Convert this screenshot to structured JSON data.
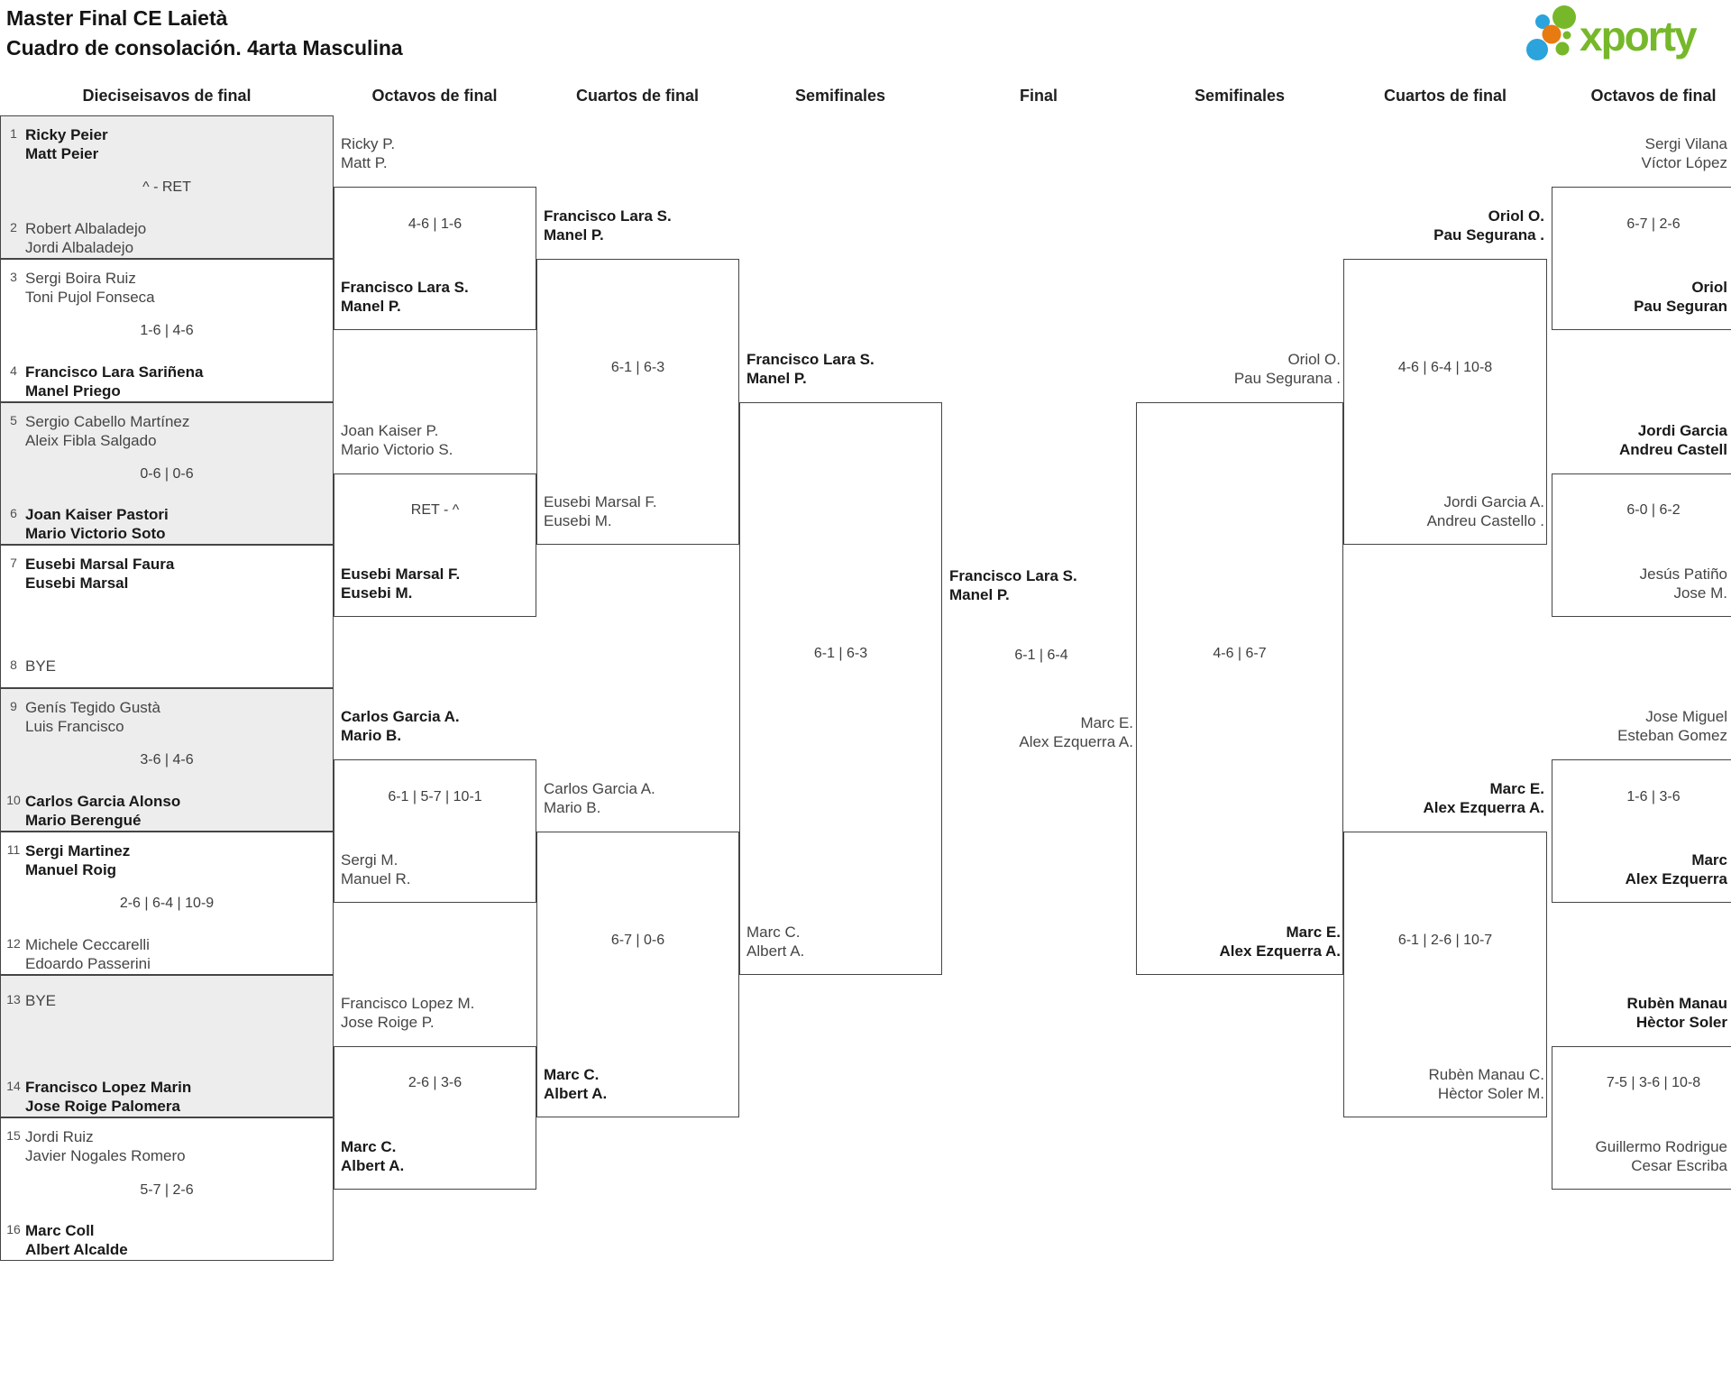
{
  "title": {
    "line1": "Master Final CE Laietà",
    "line2": "Cuadro de consolación. 4arta Masculina"
  },
  "logo": {
    "text": "xporty",
    "colors": {
      "green": "#76b82a",
      "blue": "#2ba3dc",
      "orange": "#e87a12"
    }
  },
  "round_headers": [
    "Dieciseisavos de final",
    "Octavos de final",
    "Cuartos de final",
    "Semifinales",
    "Final",
    "Semifinales",
    "Cuartos de final",
    "Octavos de final"
  ],
  "dieciseisavos": [
    {
      "shaded": true,
      "team1": {
        "seed": "1",
        "lines": [
          "Ricky Peier",
          "Matt Peier"
        ],
        "bold": true
      },
      "score": "^ - RET",
      "team2": {
        "seed": "2",
        "lines": [
          "Robert Albaladejo",
          "Jordi Albaladejo"
        ],
        "bold": false
      }
    },
    {
      "shaded": false,
      "team1": {
        "seed": "3",
        "lines": [
          "Sergi Boira Ruiz",
          "Toni Pujol Fonseca"
        ],
        "bold": false
      },
      "score": "1-6 | 4-6",
      "team2": {
        "seed": "4",
        "lines": [
          "Francisco Lara Sariñena",
          "Manel Priego"
        ],
        "bold": true
      }
    },
    {
      "shaded": true,
      "team1": {
        "seed": "5",
        "lines": [
          "Sergio Cabello Martínez",
          "Aleix Fibla Salgado"
        ],
        "bold": false
      },
      "score": "0-6 | 0-6",
      "team2": {
        "seed": "6",
        "lines": [
          "Joan Kaiser Pastori",
          "Mario Victorio Soto"
        ],
        "bold": true
      }
    },
    {
      "shaded": false,
      "team1": {
        "seed": "7",
        "lines": [
          "Eusebi Marsal Faura",
          "Eusebi Marsal"
        ],
        "bold": true
      },
      "score": "",
      "team2": {
        "seed": "8",
        "lines": [
          "BYE"
        ],
        "bold": false
      }
    },
    {
      "shaded": true,
      "team1": {
        "seed": "9",
        "lines": [
          "Genís Tegido Gustà",
          "Luis Francisco"
        ],
        "bold": false
      },
      "score": "3-6 | 4-6",
      "team2": {
        "seed": "10",
        "lines": [
          "Carlos Garcia Alonso",
          "Mario Berengué"
        ],
        "bold": true
      }
    },
    {
      "shaded": false,
      "team1": {
        "seed": "11",
        "lines": [
          "Sergi Martinez",
          "Manuel Roig"
        ],
        "bold": true
      },
      "score": "2-6 | 6-4 | 10-9",
      "team2": {
        "seed": "12",
        "lines": [
          "Michele Ceccarelli",
          "Edoardo Passerini"
        ],
        "bold": false
      }
    },
    {
      "shaded": true,
      "team1": {
        "seed": "13",
        "lines": [
          "BYE"
        ],
        "bold": false
      },
      "score": "",
      "team2": {
        "seed": "14",
        "lines": [
          "Francisco Lopez Marin",
          "Jose Roige Palomera"
        ],
        "bold": true
      }
    },
    {
      "shaded": false,
      "team1": {
        "seed": "15",
        "lines": [
          "Jordi Ruiz",
          "Javier Nogales Romero"
        ],
        "bold": false
      },
      "score": "5-7 | 2-6",
      "team2": {
        "seed": "16",
        "lines": [
          "Marc Coll",
          "Albert Alcalde"
        ],
        "bold": true
      }
    }
  ],
  "octavos_left": [
    {
      "top": {
        "lines": [
          "Ricky P.",
          "Matt P."
        ],
        "bold": false
      },
      "score": "4-6 | 1-6",
      "bottom": {
        "lines": [
          "Francisco Lara S.",
          "Manel P."
        ],
        "bold": true
      }
    },
    {
      "top": {
        "lines": [
          "Joan Kaiser P.",
          "Mario Victorio S."
        ],
        "bold": false
      },
      "score": "RET - ^",
      "bottom": {
        "lines": [
          "Eusebi Marsal F.",
          "Eusebi M."
        ],
        "bold": true
      }
    },
    {
      "top": {
        "lines": [
          "Carlos Garcia A.",
          "Mario B."
        ],
        "bold": true
      },
      "score": "6-1 | 5-7 | 10-1",
      "bottom": {
        "lines": [
          "Sergi M.",
          "Manuel R."
        ],
        "bold": false
      }
    },
    {
      "top": {
        "lines": [
          "Francisco Lopez M.",
          "Jose Roige P."
        ],
        "bold": false
      },
      "score": "2-6 | 3-6",
      "bottom": {
        "lines": [
          "Marc C.",
          "Albert A."
        ],
        "bold": true
      }
    }
  ],
  "cuartos_left": [
    {
      "top": {
        "lines": [
          "Francisco Lara S.",
          "Manel P."
        ],
        "bold": true
      },
      "score": "6-1 | 6-3",
      "bottom": {
        "lines": [
          "Eusebi Marsal F.",
          "Eusebi M."
        ],
        "bold": false
      }
    },
    {
      "top": {
        "lines": [
          "Carlos Garcia A.",
          "Mario B."
        ],
        "bold": false
      },
      "score": "6-7 | 0-6",
      "bottom": {
        "lines": [
          "Marc C.",
          "Albert A."
        ],
        "bold": true
      }
    }
  ],
  "semifinal_left": {
    "top": {
      "lines": [
        "Francisco Lara S.",
        "Manel P."
      ],
      "bold": true
    },
    "score": "6-1 | 6-3",
    "bottom": {
      "lines": [
        "Marc C.",
        "Albert A."
      ],
      "bold": false
    }
  },
  "final": {
    "top": {
      "lines": [
        "Francisco Lara S.",
        "Manel P."
      ],
      "bold": true
    },
    "score": "6-1 | 6-4",
    "bottom": {
      "lines": [
        "Marc E.",
        "Alex Ezquerra A."
      ],
      "bold": false
    }
  },
  "semifinal_right": {
    "top": {
      "lines": [
        "Oriol O.",
        "Pau Segurana ."
      ],
      "bold": false
    },
    "score": "4-6 | 6-7",
    "bottom": {
      "lines": [
        "Marc E.",
        "Alex Ezquerra A."
      ],
      "bold": true
    }
  },
  "cuartos_right": [
    {
      "top": {
        "lines": [
          "Oriol O.",
          "Pau Segurana ."
        ],
        "bold": true
      },
      "score": "4-6 | 6-4 | 10-8",
      "bottom": {
        "lines": [
          "Jordi Garcia A.",
          "Andreu Castello ."
        ],
        "bold": false
      }
    },
    {
      "top": {
        "lines": [
          "Marc E.",
          "Alex Ezquerra A."
        ],
        "bold": true
      },
      "score": "6-1 | 2-6 | 10-7",
      "bottom": {
        "lines": [
          "Rubèn Manau C.",
          "Hèctor Soler M."
        ],
        "bold": false
      }
    }
  ],
  "octavos_right": [
    {
      "top": {
        "lines": [
          "Sergi Vilana",
          "Víctor López"
        ],
        "bold": false
      },
      "score": "6-7 | 2-6",
      "bottom": {
        "lines": [
          "Oriol",
          "Pau Seguran"
        ],
        "bold": true
      }
    },
    {
      "top": {
        "lines": [
          "Jordi Garcia",
          "Andreu Castell"
        ],
        "bold": true
      },
      "score": "6-0 | 6-2",
      "bottom": {
        "lines": [
          "Jesús Patiño",
          "Jose M."
        ],
        "bold": false
      }
    },
    {
      "top": {
        "lines": [
          "Jose Miguel",
          "Esteban Gomez"
        ],
        "bold": false
      },
      "score": "1-6 | 3-6",
      "bottom": {
        "lines": [
          "Marc",
          "Alex Ezquerra"
        ],
        "bold": true
      }
    },
    {
      "top": {
        "lines": [
          "Rubèn Manau",
          "Hèctor Soler"
        ],
        "bold": true
      },
      "score": "7-5 | 3-6 | 10-8",
      "bottom": {
        "lines": [
          "Guillermo Rodrigue",
          "Cesar Escriba"
        ],
        "bold": false
      }
    }
  ]
}
